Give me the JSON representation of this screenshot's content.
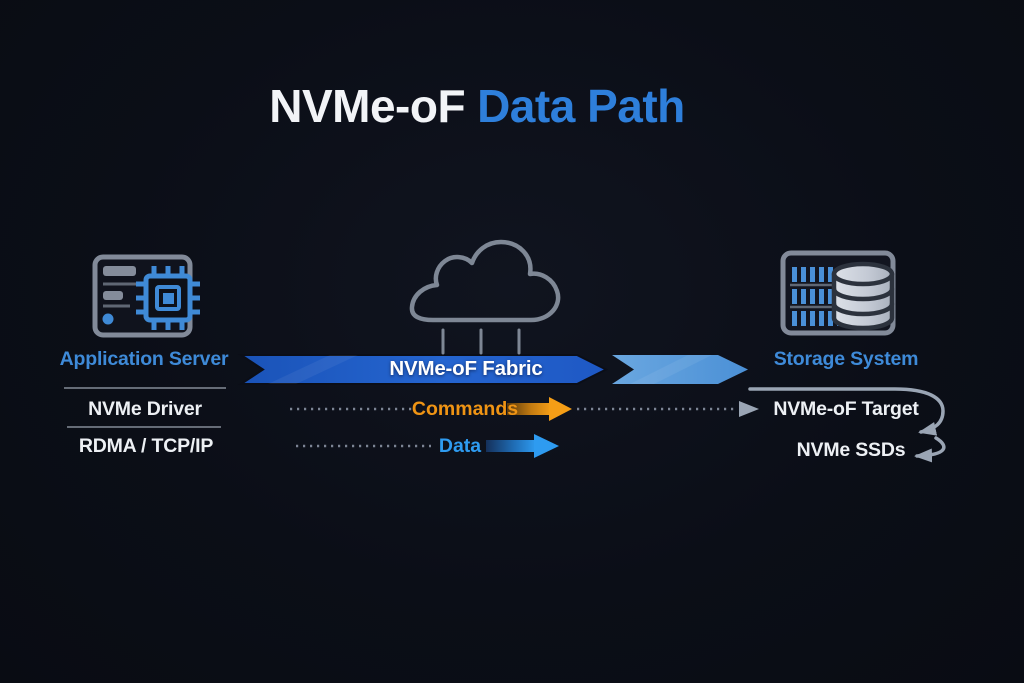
{
  "title": {
    "prefix": "NVMe-oF",
    "highlight": "Data Path"
  },
  "nodes": {
    "application_server": {
      "label": "Application Server"
    },
    "fabric": {
      "label": "NVMe-oF Fabric"
    },
    "storage_system": {
      "label": "Storage System"
    }
  },
  "left_stack": {
    "items": [
      "NVMe Driver",
      "RDMA / TCP/IP"
    ]
  },
  "right_stack": {
    "items": [
      "NVMe-oF Target",
      "NVMe SSDs"
    ]
  },
  "flows": [
    {
      "label": "Commands",
      "color": "#ef9414"
    },
    {
      "label": "Data",
      "color": "#2e9bf0"
    }
  ],
  "icons": [
    "application-server-icon",
    "cloud-icon",
    "storage-system-icon",
    "fabric-arrow",
    "commands-arrow-icon",
    "data-arrow-icon",
    "curved-return-arrow-icon"
  ],
  "colors": {
    "background": "#0b0e17",
    "title_accent": "#2e7fdb",
    "fabric_dark": "#2061cc",
    "fabric_light": "#5d9bd9",
    "node_label_blue": "#3e8ad8",
    "text_white": "#edf0f4",
    "line_gray": "#9aa5b4",
    "commands_orange": "#ef9414",
    "data_blue": "#2e9bf0"
  }
}
